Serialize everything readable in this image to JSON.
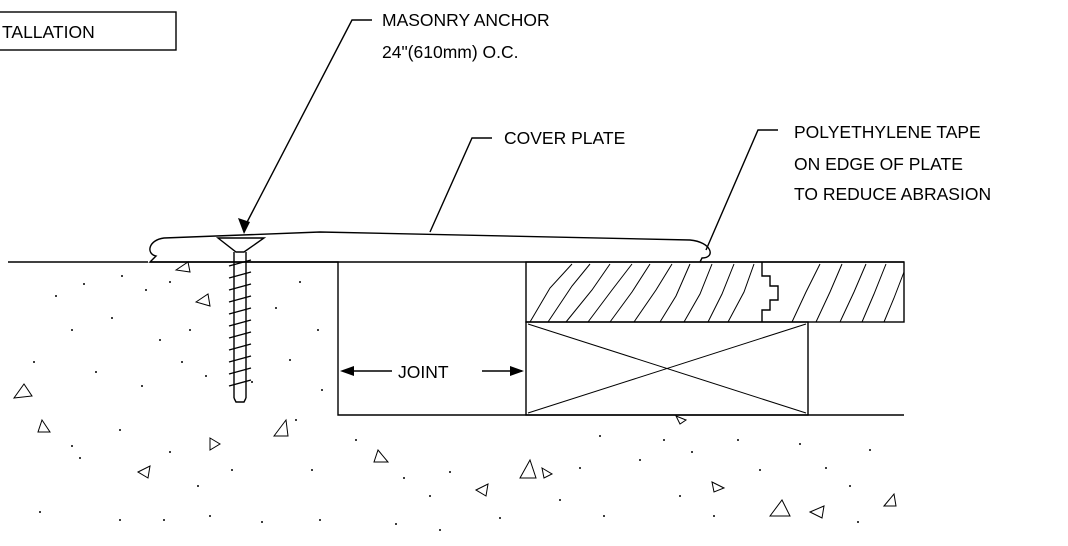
{
  "title_box": {
    "text": "TALLATION"
  },
  "labels": {
    "anchor_line1": "MASONRY ANCHOR",
    "anchor_line2": "24\"(610mm) O.C.",
    "cover_plate": "COVER PLATE",
    "tape_line1": "POLYETHYLENE TAPE",
    "tape_line2": "ON EDGE OF PLATE",
    "tape_line3": "TO REDUCE ABRASION",
    "joint": "JOINT"
  },
  "colors": {
    "line": "#000000",
    "background": "#ffffff"
  }
}
